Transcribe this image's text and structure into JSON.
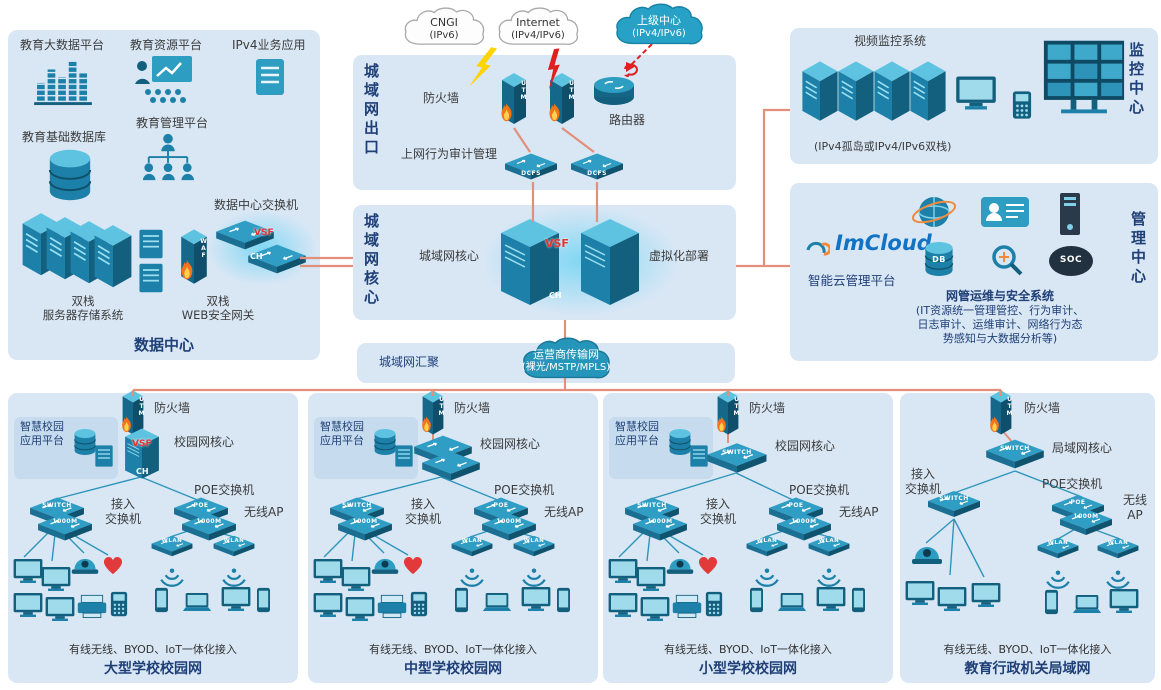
{
  "clouds": {
    "cngi": {
      "l1": "CNGI",
      "l2": "(IPv6)"
    },
    "internet": {
      "l1": "Internet",
      "l2": "(IPv4/IPv6)"
    },
    "upper": {
      "l1": "上级中心",
      "l2": "(IPv4/IPv6)"
    },
    "carrier": {
      "l1": "运营商传输网",
      "l2": "(裸光/MSTP/MPLS)"
    }
  },
  "icons": {
    "utm": "UTM",
    "dcfs": "DCFS",
    "vsf": "VSF",
    "ch": "CH",
    "waf": "WAF",
    "poe": "POE",
    "switch": "SWITCH",
    "speed": "1000M",
    "wlan": "WLAN",
    "db": "DB",
    "soc": "SOC"
  },
  "datacenter": {
    "title": "数据中心",
    "big_data": "教育大数据平台",
    "resource": "教育资源平台",
    "ipv4_app": "IPv4业务应用",
    "base_db": "教育基础数据库",
    "mgmt": "教育管理平台",
    "dc_switch": "数据中心交换机",
    "storage_l1": "双栈",
    "storage_l2": "服务器存储系统",
    "web_l1": "双栈",
    "web_l2": "WEB安全网关"
  },
  "metro_exit": {
    "title": "城域网出口",
    "firewall": "防火墙",
    "audit": "上网行为审计管理",
    "router": "路由器"
  },
  "metro_core": {
    "title": "城域网核心",
    "core": "城域网核心",
    "virtual": "虚拟化部署"
  },
  "monitoring": {
    "title": "监控中心",
    "video": "视频监控系统",
    "note": "(IPv4孤岛或IPv4/IPv6双栈)"
  },
  "management": {
    "title": "管理中心",
    "imcloud": "ImCloud",
    "platform": "智能云管理平台",
    "sys_title": "网管运维与安全系统",
    "sys_l1": "(IT资源统一管理管控、行为审计、",
    "sys_l2": "日志审计、运维审计、网络行为态",
    "sys_l3": "势感知与大数据分析等)"
  },
  "aggregation": {
    "label": "城域网汇聚"
  },
  "campus1": {
    "title": "大型学校校园网",
    "smart": "智慧校园应用平台",
    "firewall": "防火墙",
    "core": "校园网核心",
    "poe": "POE交换机",
    "access_l1": "接入",
    "access_l2": "交换机",
    "ap": "无线AP",
    "note": "有线无线、BYOD、IoT一体化接入"
  },
  "campus2": {
    "title": "中型学校校园网",
    "smart": "智慧校园应用平台",
    "firewall": "防火墙",
    "core": "校园网核心",
    "poe": "POE交换机",
    "access_l1": "接入",
    "access_l2": "交换机",
    "ap": "无线AP",
    "note": "有线无线、BYOD、IoT一体化接入"
  },
  "campus3": {
    "title": "小型学校校园网",
    "smart": "智慧校园应用平台",
    "firewall": "防火墙",
    "core": "校园网核心",
    "poe": "POE交换机",
    "access_l1": "接入",
    "access_l2": "交换机",
    "ap": "无线AP",
    "note": "有线无线、BYOD、IoT一体化接入"
  },
  "campus4": {
    "title": "教育行政机关局域网",
    "firewall": "防火墙",
    "core": "局域网核心",
    "poe": "POE交换机",
    "access_l1": "接入",
    "access_l2": "交换机",
    "ap_l1": "无线",
    "ap_l2": "AP",
    "note": "有线无线、BYOD、IoT一体化接入"
  }
}
